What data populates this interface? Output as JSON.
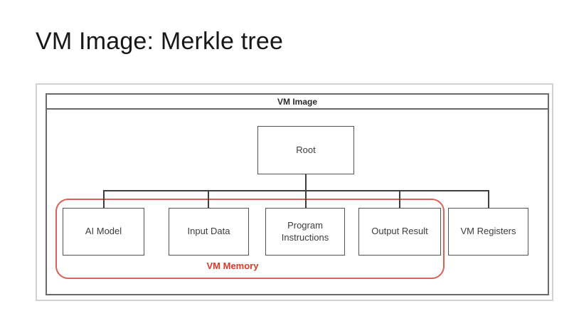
{
  "slide": {
    "title": "VM Image: Merkle tree"
  },
  "diagram": {
    "frame_title": "VM Image",
    "root_label": "Root",
    "leaves": [
      {
        "label": "AI Model"
      },
      {
        "label": "Input Data"
      },
      {
        "label": "Program Instructions"
      },
      {
        "label": "Output Result"
      },
      {
        "label": "VM Registers"
      }
    ],
    "memory_group_label": "VM Memory",
    "colors": {
      "memory_group_border": "#dd6055",
      "memory_label_text": "#d93a2b",
      "node_border": "#535353",
      "inner_frame_border": "#6a6a6a",
      "outer_frame_border": "#d2d2d2",
      "connector": "#3f3f3f",
      "title_text": "#171717",
      "background": "#ffffff"
    }
  }
}
